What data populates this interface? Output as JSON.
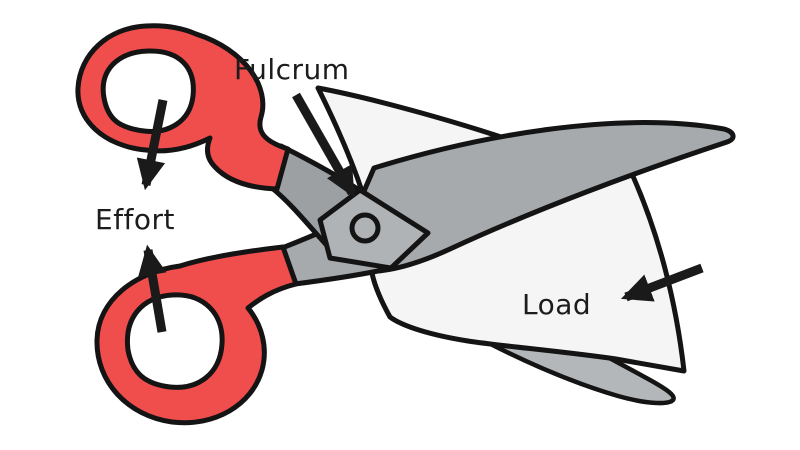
{
  "diagram": {
    "labels": {
      "fulcrum": "Fulcrum",
      "effort": "Effort",
      "load": "Load"
    },
    "icons": {
      "fulcrum_arrow": "arrow-down-right-to-pivot",
      "effort_arrow_upper": "arrow-down-from-top-handle",
      "effort_arrow_lower": "arrow-up-from-bottom-handle",
      "load_arrow": "arrow-left-into-paper"
    },
    "colors": {
      "handle_red": "#f04d4d",
      "blade_gray": "#a7aaad",
      "lower_blade_gray": "#b4b7b9",
      "plate_gray": "#b0b3b5",
      "shank_gray": "#9ca0a3",
      "paper": "#f4f5f4",
      "outline": "#141414",
      "arrow": "#1a1a1a",
      "label_text": "#1c1c1c",
      "background": "#ffffff"
    }
  }
}
